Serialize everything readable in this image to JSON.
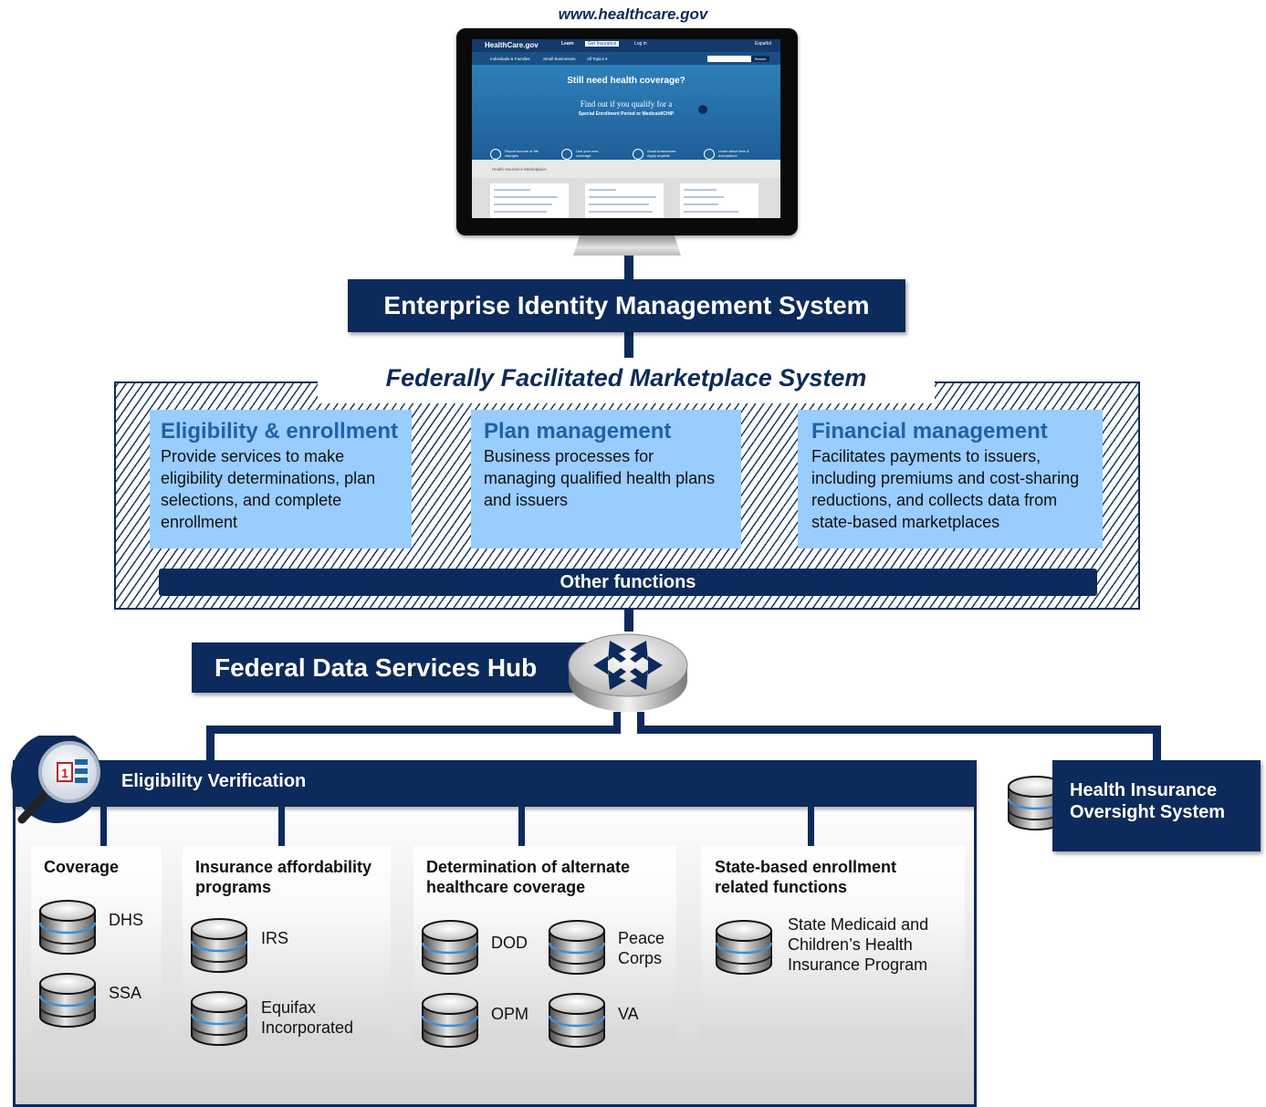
{
  "url": "www.healthcare.gov",
  "screen": {
    "logo": "HealthCare.gov",
    "tabs": [
      "Learn",
      "Get Insurance",
      "Log in",
      "Español"
    ],
    "nav": [
      "Individuals & Families",
      "Small Businesses",
      "All Topics ▾"
    ],
    "search_button": "Search",
    "headline": "Still need health coverage?",
    "subhead": "Find out if you qualify for a",
    "subhead2": "Special Enrollment Period or Medicaid/CHIP",
    "actions": [
      "Report income or life changes",
      "Use your new coverage",
      "Small businesses: Apply anytime",
      "Learn about fees & exemptions"
    ],
    "marketplace": "Health Insurance Marketplace"
  },
  "eims": "Enterprise Identity Management System",
  "ffm": {
    "title": "Federally Facilitated Marketplace System",
    "boxes": [
      {
        "title": "Eligibility & enrollment",
        "text": "Provide services to make eligibility determinations, plan selections, and complete enrollment"
      },
      {
        "title": "Plan management",
        "text": "Business processes for managing qualified health plans and issuers"
      },
      {
        "title": "Financial management",
        "text": "Facilitates payments to issuers, including premiums and cost-sharing reductions, and collects data from state-based marketplaces"
      }
    ],
    "other": "Other functions"
  },
  "hub": "Federal Data Services Hub",
  "ev": {
    "title": "Eligibility Verification",
    "coverage": {
      "title": "Coverage",
      "items": [
        "DHS",
        "SSA"
      ]
    },
    "afford": {
      "title": "Insurance affordability programs",
      "items": [
        "IRS",
        "Equifax Incorporated"
      ]
    },
    "alt": {
      "title": "Determination of alternate healthcare coverage",
      "items": [
        "DOD",
        "Peace Corps",
        "OPM",
        "VA"
      ]
    },
    "state": {
      "title": "State-based enrollment related functions",
      "items": [
        "State Medicaid and Children’s Health Insurance Program"
      ]
    }
  },
  "hios": "Health Insurance Oversight System"
}
